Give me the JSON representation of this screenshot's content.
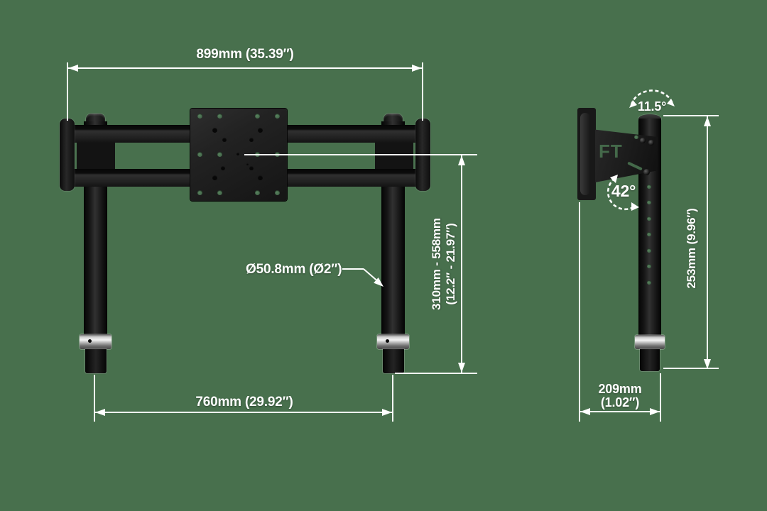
{
  "front": {
    "width_label": "899mm (35.39″)",
    "base_label": "760mm (29.92″)",
    "height_label_mm": "310mm - 558mm",
    "height_label_in": "(12.2″ - 21.97″)",
    "diameter_label": "Ø50.8mm (Ø2″)"
  },
  "side": {
    "tilt_label": "11.5°",
    "swivel_label": "42°",
    "height_label": "253mm (9.96″)",
    "depth_label_mm": "209mm",
    "depth_label_in": "(1.02″)",
    "logo": "FT"
  },
  "colors": {
    "background": "#48704d",
    "dimension_lines": "#ffffff",
    "product_black": "#1a1a1a",
    "metal_collar": "#c9c9c9"
  }
}
